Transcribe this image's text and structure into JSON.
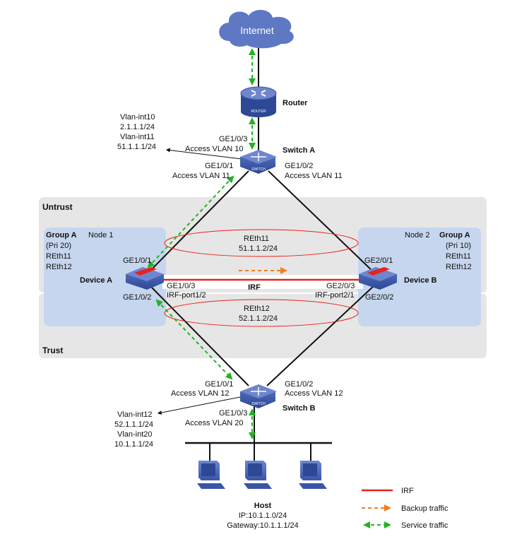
{
  "internet": {
    "label": "Internet"
  },
  "router": {
    "name": "Router",
    "badge": "ROUTER"
  },
  "switch_a": {
    "name": "Switch A",
    "badge": "SWITCH",
    "up_port": [
      "GE1/0/3",
      "Access  VLAN 10"
    ],
    "left_port": [
      "GE1/0/1",
      "Access  VLAN 11"
    ],
    "right_port": [
      "GE1/0/2",
      "Access VLAN 11"
    ],
    "vlan_info": [
      "Vlan-int10",
      "2.1.1.1/24",
      "Vlan-int11",
      "51.1.1.1/24"
    ]
  },
  "zones": {
    "untrust": "Untrust",
    "trust": "Trust"
  },
  "device_a": {
    "name": "Device A",
    "node": "Node 1",
    "group": [
      "Group A",
      "(Pri 20)",
      "REth11",
      "REth12"
    ],
    "port_top": "GE1/0/1",
    "port_bottom": "GE1/0/2",
    "irf_port": [
      "GE1/0/3",
      "IRF-port1/2"
    ]
  },
  "device_b": {
    "name": "Device B",
    "node": "Node 2",
    "group": [
      "Group A",
      "(Pri 10)",
      "REth11",
      "REth12"
    ],
    "port_top": "GE2/0/1",
    "port_bottom": "GE2/0/2",
    "irf_port": [
      "GE2/0/3",
      "IRF-port2/1"
    ]
  },
  "reth11": [
    "REth11",
    "51.1.1.2/24"
  ],
  "reth12": [
    "REth12",
    "52.1.1.2/24"
  ],
  "irf_label": "IRF",
  "switch_b": {
    "name": "Switch B",
    "badge": "SWITCH",
    "left_port": [
      "GE1/0/1",
      "Access  VLAN 12"
    ],
    "right_port": [
      "GE1/0/2",
      "Access VLAN 12"
    ],
    "down_port": [
      "GE1/0/3",
      "Access  VLAN 20"
    ],
    "vlan_info": [
      "Vlan-int12",
      "52.1.1.1/24",
      "Vlan-int20",
      "10.1.1.1/24"
    ]
  },
  "host": {
    "title": "Host",
    "ip": "IP:10.1.1.0/24",
    "gateway": "Gateway:10.1.1.1/24"
  },
  "legend": [
    {
      "label": "IRF",
      "color": "#e8231b",
      "style": "solid"
    },
    {
      "label": "Backup traffic",
      "color": "#f07f1d",
      "style": "dashed"
    },
    {
      "label": "Service traffic",
      "color": "#21b321",
      "style": "dashed"
    }
  ],
  "colors": {
    "zone_bg": "#e7e6e6",
    "node_bg": "#c6d6ee",
    "cloud": "#5e78c4",
    "device_blue": "#3a55a8",
    "irf": "#e8231b",
    "backup": "#f07f1d",
    "service": "#21b321",
    "reth_ellipse": "#e8231b"
  },
  "icons": [
    "cloud-icon",
    "router-icon",
    "switch-icon",
    "firewall-icon",
    "pc-icon"
  ]
}
